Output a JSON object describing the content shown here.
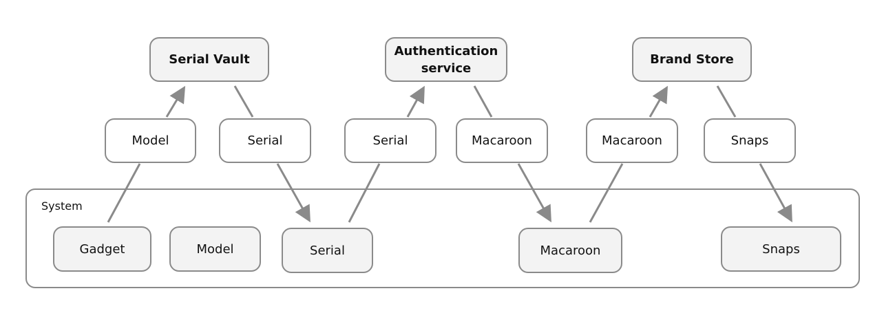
{
  "services": {
    "serial_vault": "Serial Vault",
    "authentication": "Authentication\nservice",
    "brand_store": "Brand Store"
  },
  "flow_labels": {
    "model_up": "Model",
    "serial_down": "Serial",
    "serial_up": "Serial",
    "macaroon_down": "Macaroon",
    "macaroon_up": "Macaroon",
    "snaps_down": "Snaps"
  },
  "system": {
    "title": "System",
    "items": {
      "gadget": "Gadget",
      "model": "Model",
      "serial": "Serial",
      "macaroon": "Macaroon",
      "snaps": "Snaps"
    }
  },
  "colors": {
    "stroke": "#8a8a8a",
    "fill": "#f3f3f3",
    "background": "#ffffff"
  }
}
